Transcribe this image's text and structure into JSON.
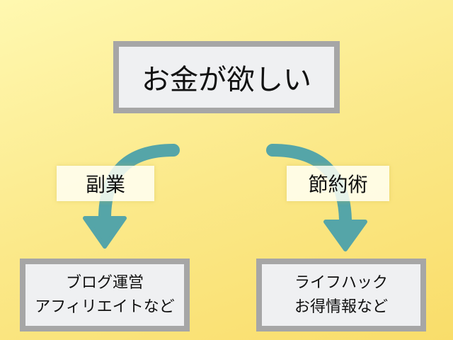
{
  "top": {
    "title": "お金が欲しい"
  },
  "left": {
    "label": "副業",
    "box_line1": "ブログ運営",
    "box_line2": "アフィリエイトなど"
  },
  "right": {
    "label": "節約術",
    "box_line1": "ライフハック",
    "box_line2": "お得情報など"
  },
  "colors": {
    "arrow": "#55a5a8",
    "box_border": "#a6a6a6",
    "box_fill": "#eff0f2"
  }
}
